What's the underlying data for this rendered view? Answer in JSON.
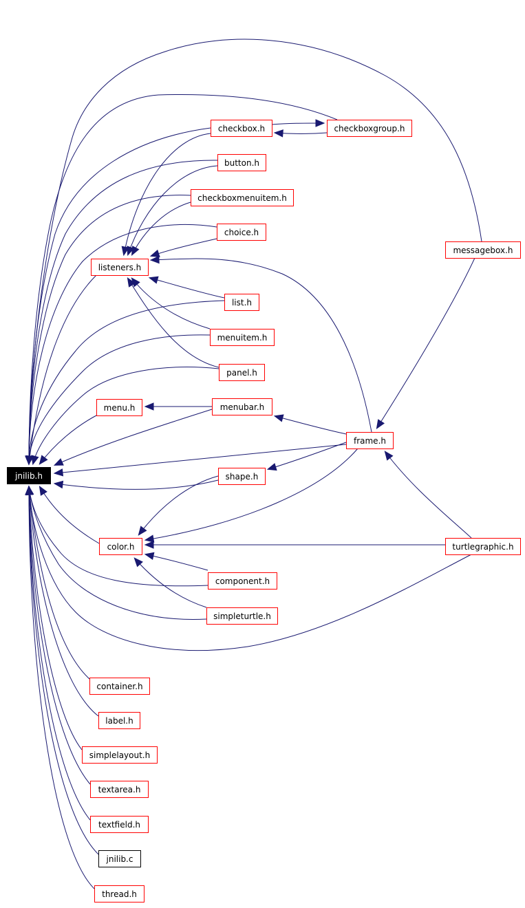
{
  "colors": {
    "edge": "#191970",
    "node_border_red": "#ff0000",
    "node_border_black": "#000000",
    "highlight_fill": "#000000",
    "highlight_text": "#ffffff",
    "node_fill": "#ffffff",
    "text": "#000000"
  },
  "nodes": [
    {
      "id": "jnilib_h",
      "label": "jnilib.h",
      "style": "highlight"
    },
    {
      "id": "checkbox_h",
      "label": "checkbox.h",
      "style": "red"
    },
    {
      "id": "checkboxgroup_h",
      "label": "checkboxgroup.h",
      "style": "red"
    },
    {
      "id": "button_h",
      "label": "button.h",
      "style": "red"
    },
    {
      "id": "checkboxmenuitem_h",
      "label": "checkboxmenuitem.h",
      "style": "red"
    },
    {
      "id": "choice_h",
      "label": "choice.h",
      "style": "red"
    },
    {
      "id": "messagebox_h",
      "label": "messagebox.h",
      "style": "red"
    },
    {
      "id": "listeners_h",
      "label": "listeners.h",
      "style": "red"
    },
    {
      "id": "list_h",
      "label": "list.h",
      "style": "red"
    },
    {
      "id": "menuitem_h",
      "label": "menuitem.h",
      "style": "red"
    },
    {
      "id": "panel_h",
      "label": "panel.h",
      "style": "red"
    },
    {
      "id": "menu_h",
      "label": "menu.h",
      "style": "red"
    },
    {
      "id": "menubar_h",
      "label": "menubar.h",
      "style": "red"
    },
    {
      "id": "frame_h",
      "label": "frame.h",
      "style": "red"
    },
    {
      "id": "shape_h",
      "label": "shape.h",
      "style": "red"
    },
    {
      "id": "color_h",
      "label": "color.h",
      "style": "red"
    },
    {
      "id": "turtlegraphic_h",
      "label": "turtlegraphic.h",
      "style": "red"
    },
    {
      "id": "component_h",
      "label": "component.h",
      "style": "red"
    },
    {
      "id": "simpleturtle_h",
      "label": "simpleturtle.h",
      "style": "red"
    },
    {
      "id": "container_h",
      "label": "container.h",
      "style": "red"
    },
    {
      "id": "label_h",
      "label": "label.h",
      "style": "red"
    },
    {
      "id": "simplelayout_h",
      "label": "simplelayout.h",
      "style": "red"
    },
    {
      "id": "textarea_h",
      "label": "textarea.h",
      "style": "red"
    },
    {
      "id": "textfield_h",
      "label": "textfield.h",
      "style": "red"
    },
    {
      "id": "jnilib_c",
      "label": "jnilib.c",
      "style": "black"
    },
    {
      "id": "thread_h",
      "label": "thread.h",
      "style": "red"
    }
  ],
  "edges": [
    {
      "from": "checkbox_h",
      "to": "jnilib_h"
    },
    {
      "from": "checkbox_h",
      "to": "checkboxgroup_h"
    },
    {
      "from": "checkboxgroup_h",
      "to": "checkbox_h"
    },
    {
      "from": "checkboxgroup_h",
      "to": "jnilib_h"
    },
    {
      "from": "checkbox_h",
      "to": "listeners_h"
    },
    {
      "from": "button_h",
      "to": "jnilib_h"
    },
    {
      "from": "button_h",
      "to": "listeners_h"
    },
    {
      "from": "checkboxmenuitem_h",
      "to": "jnilib_h"
    },
    {
      "from": "checkboxmenuitem_h",
      "to": "listeners_h"
    },
    {
      "from": "choice_h",
      "to": "jnilib_h"
    },
    {
      "from": "choice_h",
      "to": "listeners_h"
    },
    {
      "from": "messagebox_h",
      "to": "jnilib_h"
    },
    {
      "from": "messagebox_h",
      "to": "frame_h"
    },
    {
      "from": "listeners_h",
      "to": "jnilib_h"
    },
    {
      "from": "list_h",
      "to": "jnilib_h"
    },
    {
      "from": "list_h",
      "to": "listeners_h"
    },
    {
      "from": "menuitem_h",
      "to": "jnilib_h"
    },
    {
      "from": "menuitem_h",
      "to": "listeners_h"
    },
    {
      "from": "panel_h",
      "to": "jnilib_h"
    },
    {
      "from": "panel_h",
      "to": "listeners_h"
    },
    {
      "from": "menu_h",
      "to": "jnilib_h"
    },
    {
      "from": "menubar_h",
      "to": "jnilib_h"
    },
    {
      "from": "menubar_h",
      "to": "menu_h"
    },
    {
      "from": "frame_h",
      "to": "listeners_h"
    },
    {
      "from": "frame_h",
      "to": "menubar_h"
    },
    {
      "from": "frame_h",
      "to": "jnilib_h"
    },
    {
      "from": "frame_h",
      "to": "shape_h"
    },
    {
      "from": "frame_h",
      "to": "color_h"
    },
    {
      "from": "shape_h",
      "to": "jnilib_h"
    },
    {
      "from": "shape_h",
      "to": "color_h"
    },
    {
      "from": "color_h",
      "to": "jnilib_h"
    },
    {
      "from": "turtlegraphic_h",
      "to": "color_h"
    },
    {
      "from": "turtlegraphic_h",
      "to": "frame_h"
    },
    {
      "from": "turtlegraphic_h",
      "to": "jnilib_h"
    },
    {
      "from": "component_h",
      "to": "jnilib_h"
    },
    {
      "from": "component_h",
      "to": "color_h"
    },
    {
      "from": "simpleturtle_h",
      "to": "jnilib_h"
    },
    {
      "from": "simpleturtle_h",
      "to": "color_h"
    },
    {
      "from": "container_h",
      "to": "jnilib_h"
    },
    {
      "from": "label_h",
      "to": "jnilib_h"
    },
    {
      "from": "simplelayout_h",
      "to": "jnilib_h"
    },
    {
      "from": "textarea_h",
      "to": "jnilib_h"
    },
    {
      "from": "textfield_h",
      "to": "jnilib_h"
    },
    {
      "from": "jnilib_c",
      "to": "jnilib_h"
    },
    {
      "from": "thread_h",
      "to": "jnilib_h"
    }
  ]
}
